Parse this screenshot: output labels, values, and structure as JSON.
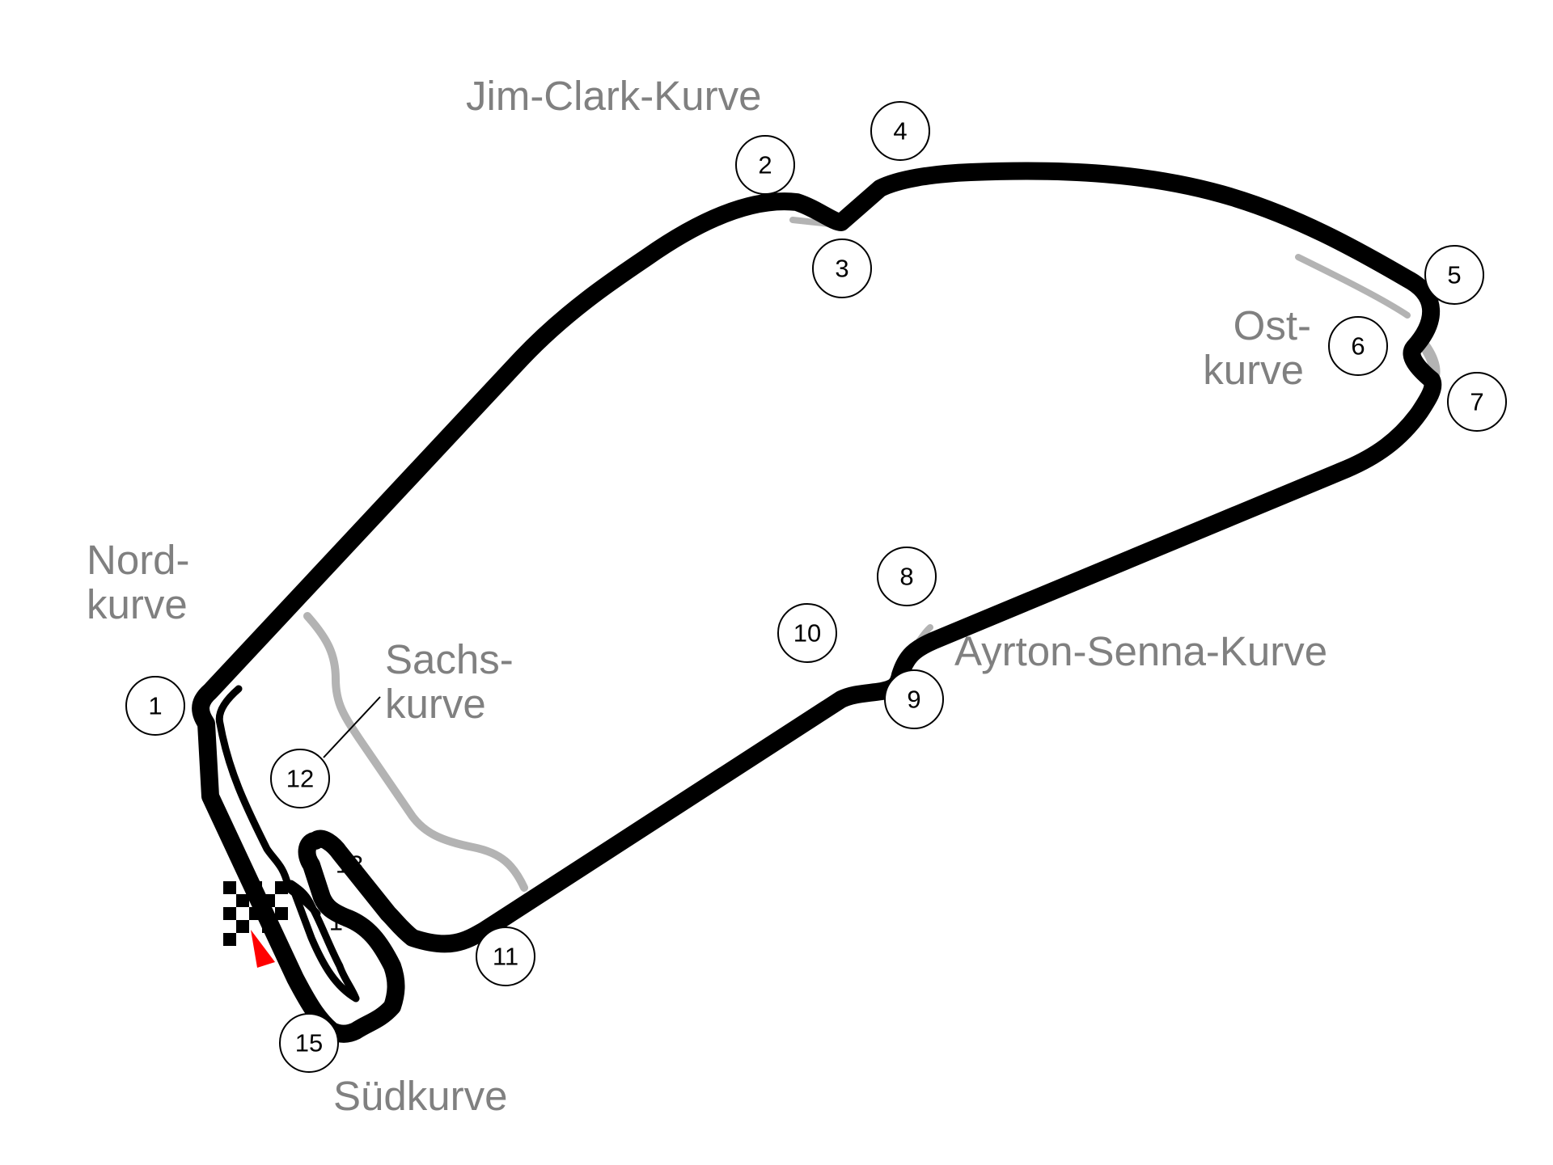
{
  "colors": {
    "track": "#000000",
    "old_track": "#b3b3b3",
    "label": "#808080",
    "direction_marker": "#ff0000"
  },
  "corner_names": {
    "jim_clark": "Jim-Clark-Kurve",
    "nord_line1": "Nord-",
    "nord_line2": "kurve",
    "sachs_line1": "Sachs-",
    "sachs_line2": "kurve",
    "ost_line1": "Ost-",
    "ost_line2": "kurve",
    "ayrton_senna": "Ayrton-Senna-Kurve",
    "sued": "Südkurve"
  },
  "turns": [
    "1",
    "2",
    "3",
    "4",
    "5",
    "6",
    "7",
    "8",
    "9",
    "10",
    "11",
    "12",
    "13",
    "14",
    "15"
  ],
  "icons": {
    "start_finish": "checkered-flag-icon",
    "direction": "red-triangle-direction-icon"
  }
}
